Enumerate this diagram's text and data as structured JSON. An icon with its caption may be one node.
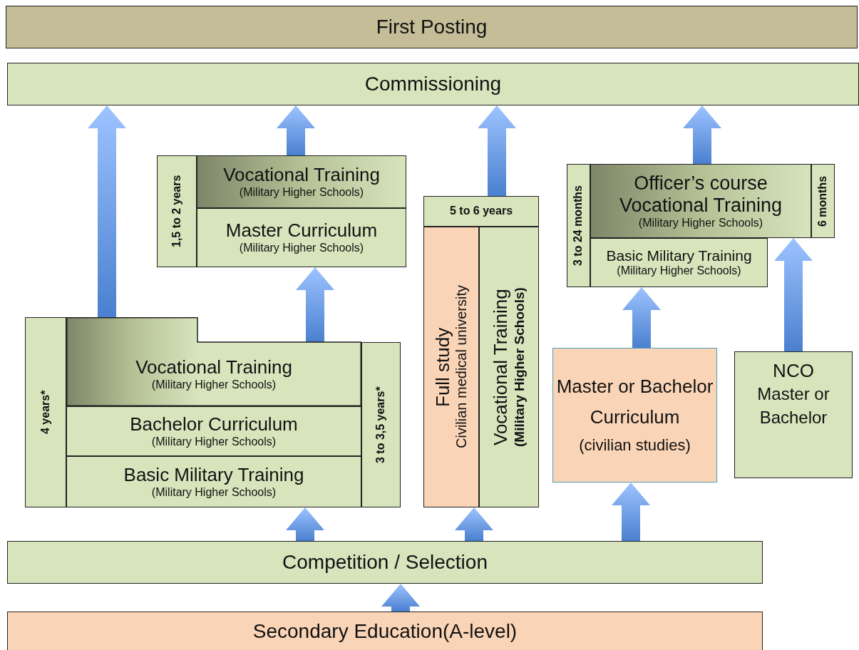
{
  "diagram": {
    "nodes": [
      {
        "text": [
          "First Posting"
        ]
      },
      {
        "text": [
          "Commissioning"
        ]
      },
      {
        "text": [
          "1,5 to 2 years"
        ]
      },
      {
        "text": [
          "Vocational Training",
          "(Military Higher Schools)"
        ]
      },
      {
        "text": [
          "Master Curriculum",
          "(Military Higher Schools)"
        ]
      },
      {
        "text": [
          "5 to 6 years"
        ]
      },
      {
        "text": [
          "Full study",
          "Civilian medical university"
        ]
      },
      {
        "text": [
          "Vocational Training",
          "(Military Higher Schools)"
        ]
      },
      {
        "text": [
          "3 to 24 months"
        ]
      },
      {
        "text": [
          "Officer’s course",
          "Vocational Training",
          "(Military Higher Schools)"
        ]
      },
      {
        "text": [
          "6 months"
        ]
      },
      {
        "text": [
          "Basic Military Training",
          "(Military Higher Schools)"
        ]
      },
      {
        "text": [
          "4 years*"
        ]
      },
      {
        "text": [
          "Vocational Training",
          "(Military Higher Schools)"
        ]
      },
      {
        "text": [
          "Bachelor Curriculum",
          "(Military Higher Schools)"
        ]
      },
      {
        "text": [
          "Basic Military Training",
          "(Military Higher Schools)"
        ]
      },
      {
        "text": [
          "3 to 3,5 years*"
        ]
      },
      {
        "text": [
          "Master or Bachelor Curriculum",
          "(civilian studies)"
        ]
      },
      {
        "text": [
          "NCO",
          "Master or Bachelor"
        ]
      },
      {
        "text": [
          "Competition / Selection"
        ]
      },
      {
        "text": [
          "Secondary Education(A-level)"
        ]
      }
    ],
    "edges": [
      {
        "from": 13,
        "to": 1,
        "arrow": "to"
      },
      {
        "from": 3,
        "to": 1,
        "arrow": "to"
      },
      {
        "from": 5,
        "to": 1,
        "arrow": "to"
      },
      {
        "from": 9,
        "to": 1,
        "arrow": "to"
      },
      {
        "from": 13,
        "to": 4,
        "arrow": "to"
      },
      {
        "from": 17,
        "to": 11,
        "arrow": "to"
      },
      {
        "from": 18,
        "to": 9,
        "arrow": "to"
      },
      {
        "from": 19,
        "to": 15,
        "arrow": "to"
      },
      {
        "from": 19,
        "to": 6,
        "arrow": "to"
      },
      {
        "from": 19,
        "to": 17,
        "arrow": "to"
      },
      {
        "from": 20,
        "to": 19,
        "arrow": "to"
      }
    ]
  }
}
